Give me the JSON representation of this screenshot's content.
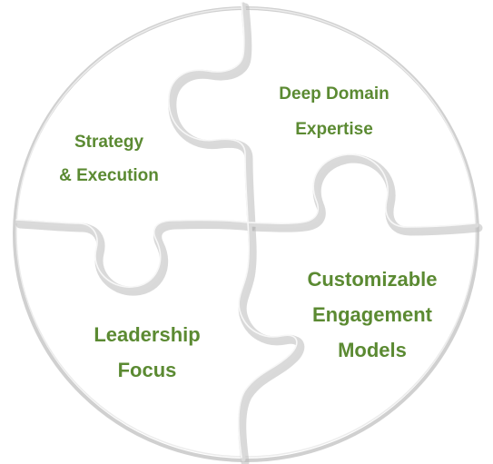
{
  "diagram": {
    "pieces": [
      {
        "id": "strategy",
        "lines": [
          "Strategy",
          "& Execution"
        ]
      },
      {
        "id": "domain",
        "lines": [
          "Deep Domain",
          "Expertise"
        ]
      },
      {
        "id": "leadership",
        "lines": [
          "Leadership",
          "Focus"
        ]
      },
      {
        "id": "custom",
        "lines": [
          "Customizable",
          "Engagement",
          "Models"
        ]
      }
    ],
    "colors": {
      "label_text": "#5b8a32",
      "piece": "#ffffff",
      "seam": "#c8c8c8"
    }
  }
}
